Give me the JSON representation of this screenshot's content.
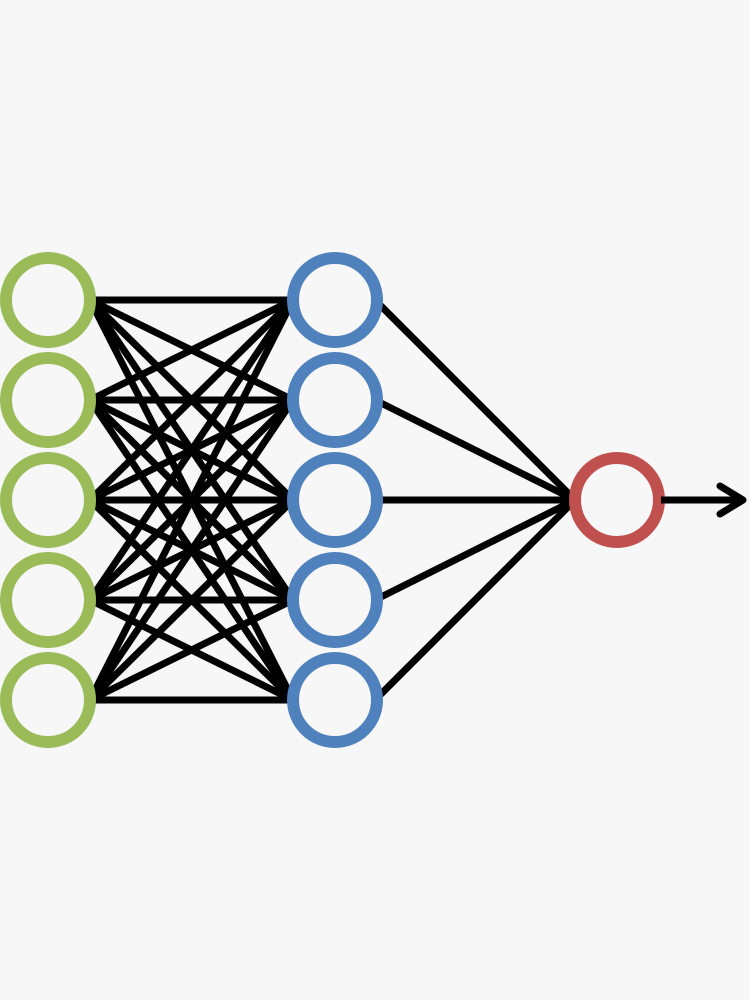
{
  "diagram": {
    "type": "neural-network",
    "background": "#f7f7f7",
    "edge_color": "#000000",
    "layers": [
      {
        "name": "input",
        "count": 5,
        "color": "#9bbb59"
      },
      {
        "name": "hidden",
        "count": 5,
        "color": "#4f81bd"
      },
      {
        "name": "output",
        "count": 1,
        "color": "#c0504d"
      }
    ],
    "connections": [
      {
        "from": "input",
        "to": "hidden",
        "pattern": "fully-connected"
      },
      {
        "from": "hidden",
        "to": "output",
        "pattern": "fully-connected"
      }
    ],
    "output_arrow": true
  }
}
